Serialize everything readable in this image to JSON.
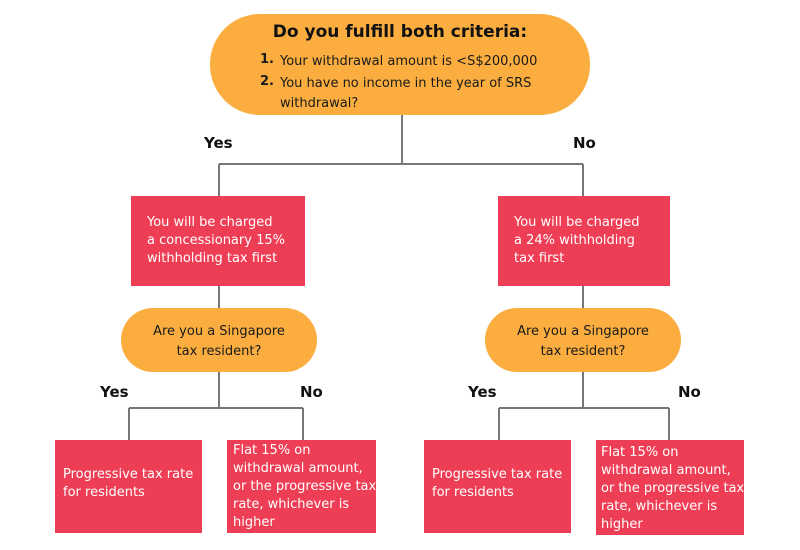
{
  "top": {
    "title": "Do you fulfill both criteria:",
    "criteria": [
      {
        "num": "1.",
        "text": "Your withdrawal amount is <S$200,000"
      },
      {
        "num": "2.",
        "text": "You have no income in the year of SRS withdrawal?"
      }
    ]
  },
  "branch_labels": {
    "yes": "Yes",
    "no": "No"
  },
  "left": {
    "charge_lines": [
      "You will be charged",
      "a concessionary 15%",
      "withholding tax first"
    ],
    "question_lines": [
      "Are you a Singapore",
      "tax resident?"
    ],
    "yes_label": "Yes",
    "no_label": "No",
    "yes_outcome_lines": [
      "Progressive tax rate",
      "for residents"
    ],
    "no_outcome_lines": [
      "Flat 15% on",
      "withdrawal amount,",
      "or the progressive tax",
      "rate, whichever is",
      "higher"
    ]
  },
  "right": {
    "charge_lines": [
      "You will be charged",
      "a 24% withholding",
      "tax first"
    ],
    "question_lines": [
      "Are you a Singapore",
      "tax resident?"
    ],
    "yes_label": "Yes",
    "no_label": "No",
    "yes_outcome_lines": [
      "Progressive tax rate",
      "for residents"
    ],
    "no_outcome_lines": [
      "Flat 15% on",
      "withdrawal amount,",
      "or the progressive tax",
      "rate, whichever is",
      "higher"
    ]
  },
  "colors": {
    "decision": "#FBAE3F",
    "outcome": "#EE3E55",
    "connector": "#777777"
  }
}
